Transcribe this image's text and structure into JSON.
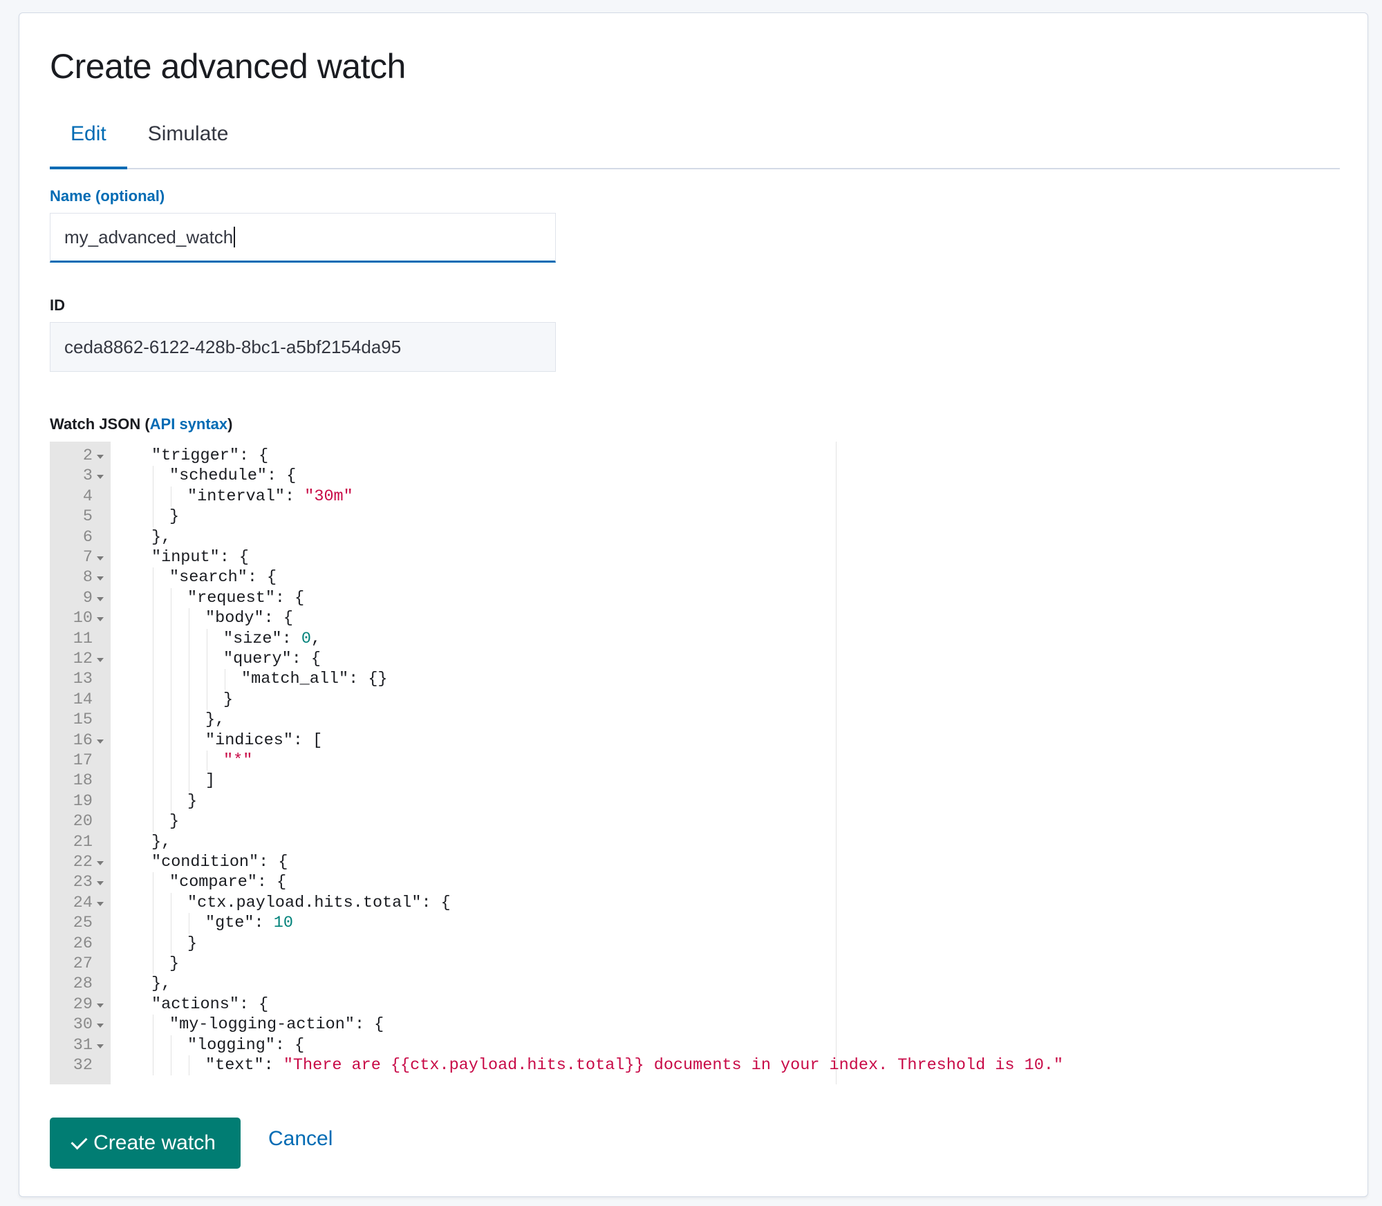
{
  "page": {
    "title": "Create advanced watch"
  },
  "tabs": [
    {
      "label": "Edit",
      "selected": true
    },
    {
      "label": "Simulate",
      "selected": false
    }
  ],
  "form": {
    "name_label": "Name (optional)",
    "name_value": "my_advanced_watch",
    "id_label": "ID",
    "id_value": "ceda8862-6122-428b-8bc1-a5bf2154da95",
    "json_label_prefix": "Watch JSON (",
    "json_label_link": "API syntax",
    "json_label_suffix": ")"
  },
  "editor": {
    "lines": [
      {
        "num": "2",
        "fold": true,
        "indent": 1,
        "tokens": [
          {
            "t": "\"trigger\": {",
            "c": "p"
          }
        ]
      },
      {
        "num": "3",
        "fold": true,
        "indent": 2,
        "tokens": [
          {
            "t": "\"schedule\": {",
            "c": "p"
          }
        ]
      },
      {
        "num": "4",
        "fold": false,
        "indent": 3,
        "tokens": [
          {
            "t": "\"interval\": ",
            "c": "p"
          },
          {
            "t": "\"30m\"",
            "c": "s"
          }
        ]
      },
      {
        "num": "5",
        "fold": false,
        "indent": 2,
        "tokens": [
          {
            "t": "}",
            "c": "p"
          }
        ]
      },
      {
        "num": "6",
        "fold": false,
        "indent": 1,
        "tokens": [
          {
            "t": "},",
            "c": "p"
          }
        ]
      },
      {
        "num": "7",
        "fold": true,
        "indent": 1,
        "tokens": [
          {
            "t": "\"input\": {",
            "c": "p"
          }
        ]
      },
      {
        "num": "8",
        "fold": true,
        "indent": 2,
        "tokens": [
          {
            "t": "\"search\": {",
            "c": "p"
          }
        ]
      },
      {
        "num": "9",
        "fold": true,
        "indent": 3,
        "tokens": [
          {
            "t": "\"request\": {",
            "c": "p"
          }
        ]
      },
      {
        "num": "10",
        "fold": true,
        "indent": 4,
        "tokens": [
          {
            "t": "\"body\": {",
            "c": "p"
          }
        ]
      },
      {
        "num": "11",
        "fold": false,
        "indent": 5,
        "tokens": [
          {
            "t": "\"size\": ",
            "c": "p"
          },
          {
            "t": "0",
            "c": "n"
          },
          {
            "t": ",",
            "c": "p"
          }
        ]
      },
      {
        "num": "12",
        "fold": true,
        "indent": 5,
        "tokens": [
          {
            "t": "\"query\": {",
            "c": "p"
          }
        ]
      },
      {
        "num": "13",
        "fold": false,
        "indent": 6,
        "tokens": [
          {
            "t": "\"match_all\": {}",
            "c": "p"
          }
        ]
      },
      {
        "num": "14",
        "fold": false,
        "indent": 5,
        "tokens": [
          {
            "t": "}",
            "c": "p"
          }
        ]
      },
      {
        "num": "15",
        "fold": false,
        "indent": 4,
        "tokens": [
          {
            "t": "},",
            "c": "p"
          }
        ]
      },
      {
        "num": "16",
        "fold": true,
        "indent": 4,
        "tokens": [
          {
            "t": "\"indices\": [",
            "c": "p"
          }
        ]
      },
      {
        "num": "17",
        "fold": false,
        "indent": 5,
        "tokens": [
          {
            "t": "\"*\"",
            "c": "s"
          }
        ]
      },
      {
        "num": "18",
        "fold": false,
        "indent": 4,
        "tokens": [
          {
            "t": "]",
            "c": "p"
          }
        ]
      },
      {
        "num": "19",
        "fold": false,
        "indent": 3,
        "tokens": [
          {
            "t": "}",
            "c": "p"
          }
        ]
      },
      {
        "num": "20",
        "fold": false,
        "indent": 2,
        "tokens": [
          {
            "t": "}",
            "c": "p"
          }
        ]
      },
      {
        "num": "21",
        "fold": false,
        "indent": 1,
        "tokens": [
          {
            "t": "},",
            "c": "p"
          }
        ]
      },
      {
        "num": "22",
        "fold": true,
        "indent": 1,
        "tokens": [
          {
            "t": "\"condition\": {",
            "c": "p"
          }
        ]
      },
      {
        "num": "23",
        "fold": true,
        "indent": 2,
        "tokens": [
          {
            "t": "\"compare\": {",
            "c": "p"
          }
        ]
      },
      {
        "num": "24",
        "fold": true,
        "indent": 3,
        "tokens": [
          {
            "t": "\"ctx.payload.hits.total\": {",
            "c": "p"
          }
        ]
      },
      {
        "num": "25",
        "fold": false,
        "indent": 4,
        "tokens": [
          {
            "t": "\"gte\": ",
            "c": "p"
          },
          {
            "t": "10",
            "c": "n"
          }
        ]
      },
      {
        "num": "26",
        "fold": false,
        "indent": 3,
        "tokens": [
          {
            "t": "}",
            "c": "p"
          }
        ]
      },
      {
        "num": "27",
        "fold": false,
        "indent": 2,
        "tokens": [
          {
            "t": "}",
            "c": "p"
          }
        ]
      },
      {
        "num": "28",
        "fold": false,
        "indent": 1,
        "tokens": [
          {
            "t": "},",
            "c": "p"
          }
        ]
      },
      {
        "num": "29",
        "fold": true,
        "indent": 1,
        "tokens": [
          {
            "t": "\"actions\": {",
            "c": "p"
          }
        ]
      },
      {
        "num": "30",
        "fold": true,
        "indent": 2,
        "tokens": [
          {
            "t": "\"my-logging-action\": {",
            "c": "p"
          }
        ]
      },
      {
        "num": "31",
        "fold": true,
        "indent": 3,
        "tokens": [
          {
            "t": "\"logging\": {",
            "c": "p"
          }
        ]
      },
      {
        "num": "32",
        "fold": false,
        "indent": 4,
        "tokens": [
          {
            "t": "\"text\": ",
            "c": "p"
          },
          {
            "t": "\"There are {{ctx.payload.hits.total}} documents in your index. Threshold is 10.\"",
            "c": "s"
          }
        ]
      }
    ]
  },
  "actions": {
    "create_label": "Create watch",
    "cancel_label": "Cancel"
  },
  "colors": {
    "accent": "#006bb4",
    "primary_button": "#017d73",
    "string_token": "#c80a47",
    "number_token": "#00827a"
  }
}
